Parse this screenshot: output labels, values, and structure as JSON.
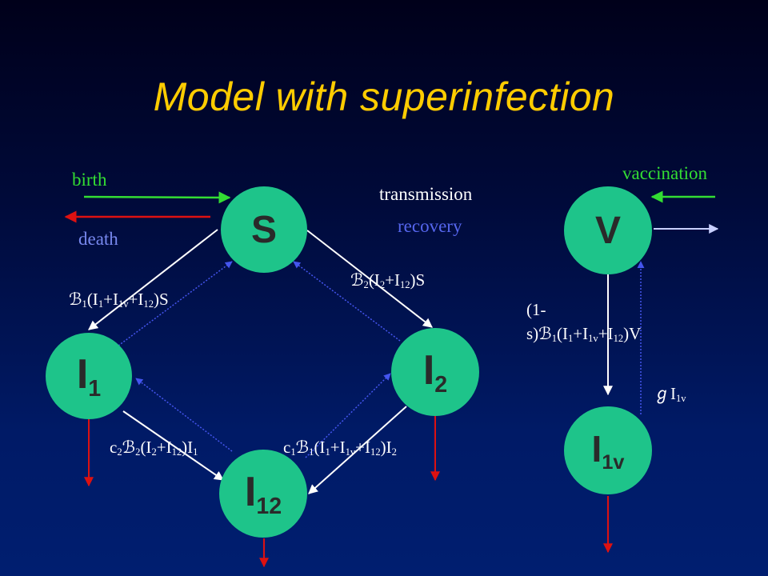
{
  "title": "Model with superinfection",
  "colors": {
    "title": "#ffcc00",
    "node_fill": "#1ec48a",
    "birth": "#33dd33",
    "death": "#dd1111",
    "transmission": "#ffffff",
    "recovery": "#4455ee"
  },
  "nodes": {
    "S": {
      "label": "S",
      "sub": ""
    },
    "I1": {
      "label": "I",
      "sub": "1"
    },
    "I2": {
      "label": "I",
      "sub": "2"
    },
    "I12": {
      "label": "I",
      "sub": "12"
    },
    "V": {
      "label": "V",
      "sub": ""
    },
    "I1v": {
      "label": "I",
      "sub": "1v"
    }
  },
  "legend": {
    "birth": "birth",
    "death": "death",
    "transmission": "transmission",
    "recovery": "recovery",
    "vaccination": "vaccination"
  },
  "rates": {
    "s_to_i1": {
      "greek": "ℬ",
      "sub1": "1",
      "p1": "(I",
      "s2": "1",
      "p2": "+I",
      "s3": "1v",
      "p3": "+I",
      "s4": "12",
      "p4": ")S"
    },
    "s_to_i2": {
      "greek": "ℬ",
      "sub1": "2",
      "p1": "(I",
      "s2": "2",
      "p2": "+I",
      "s3": "12",
      "p3": ")S"
    },
    "i1_to_i12": {
      "c": "c",
      "cs": "2",
      "greek": "ℬ",
      "sub1": "2",
      "p1": "(I",
      "s2": "2",
      "p2": "+I",
      "s3": "12",
      "p3": ")I",
      "s4": "1"
    },
    "i2_to_i12": {
      "c": "c",
      "cs": "1",
      "greek": "ℬ",
      "sub1": "1",
      "p1": "(I",
      "s2": "1",
      "p2": "+I",
      "s3": "1v",
      "p3": "+I",
      "s4": "12",
      "p4": ")I",
      "s5": "2"
    },
    "v_to_i1v": {
      "line1": "(1-",
      "line2a": "s)",
      "greek": "ℬ",
      "sub1": "1",
      "p1": "(I",
      "s2": "1",
      "p2": "+I",
      "s3": "1v",
      "p3": "+I",
      "s4": "12",
      "p4": ")V"
    },
    "i1v_to_v": {
      "greek": "ℊ",
      "p1": "I",
      "s1": "1v"
    }
  }
}
